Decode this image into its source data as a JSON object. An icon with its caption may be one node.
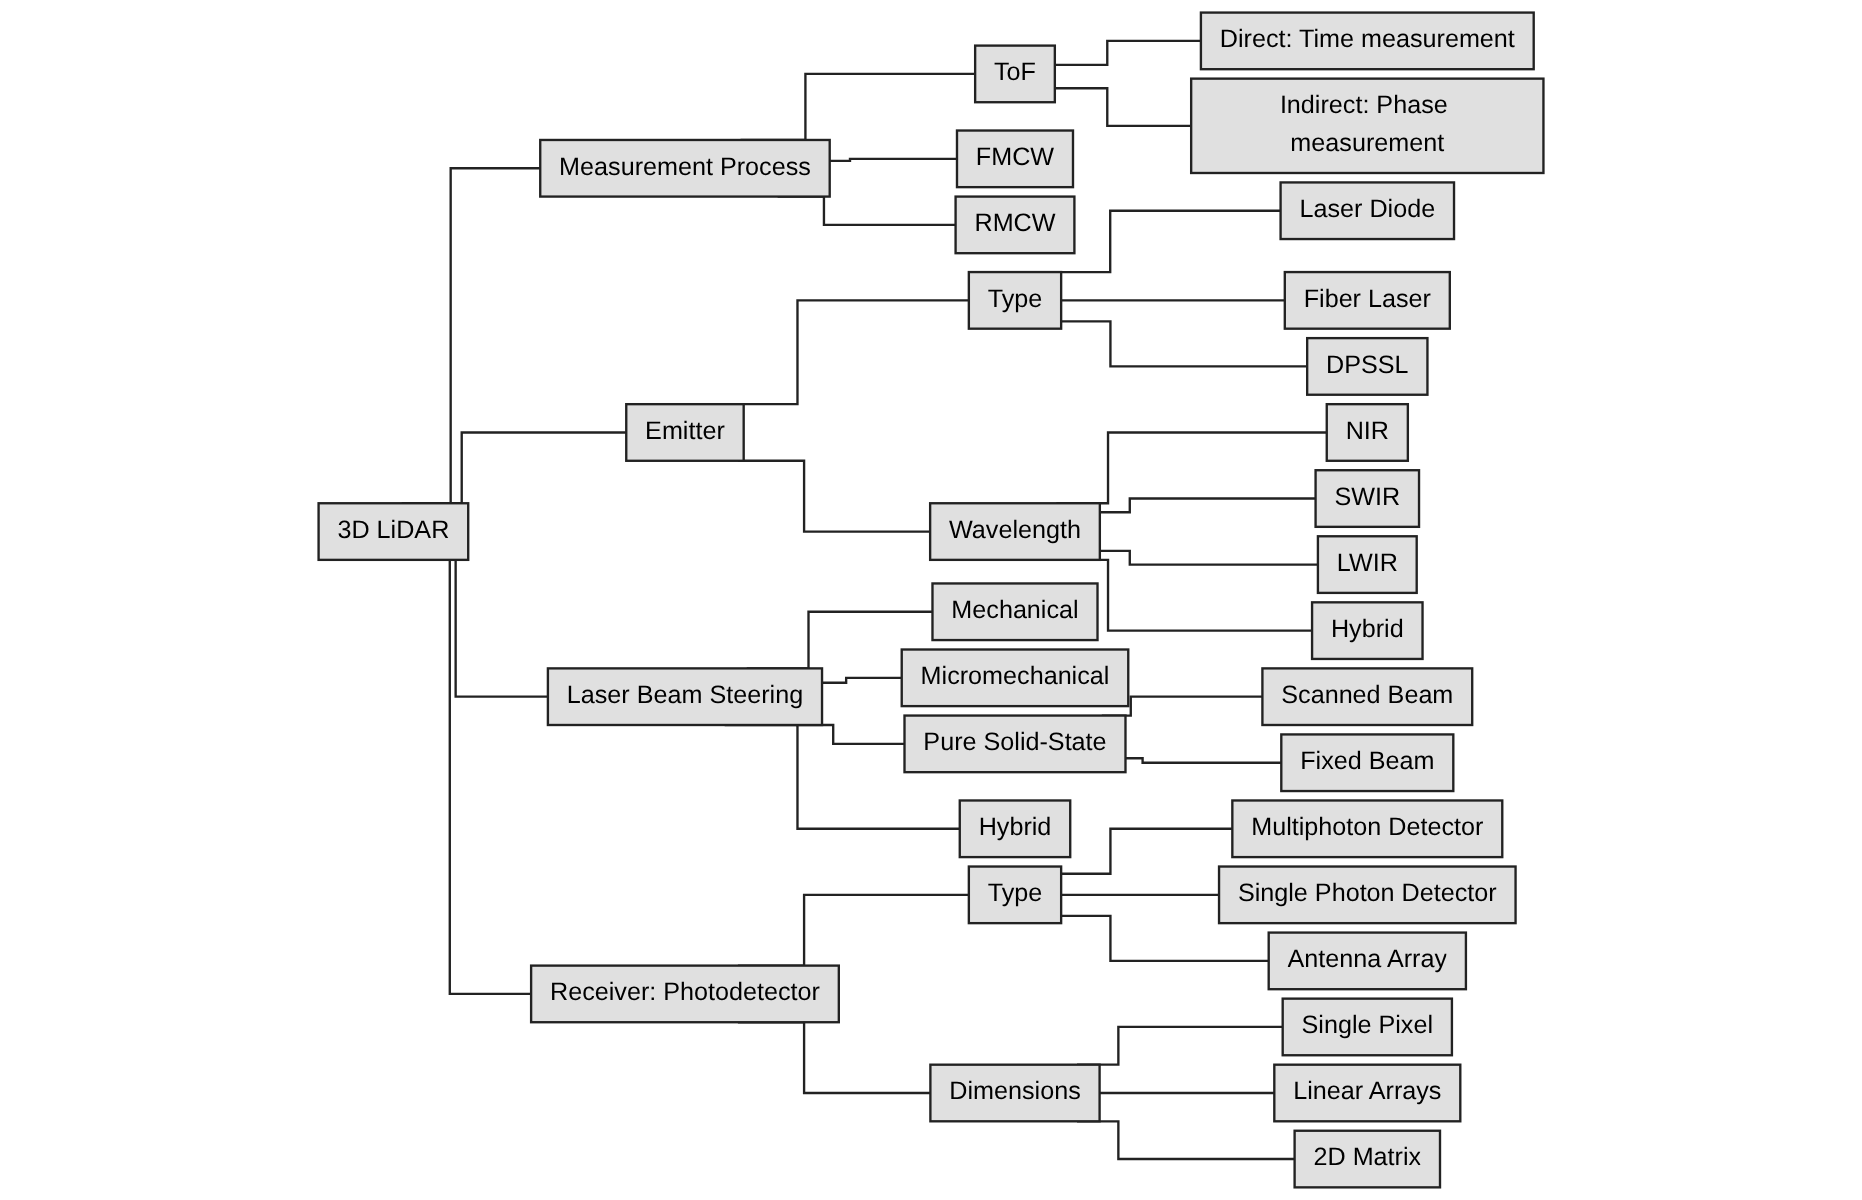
{
  "diagram": {
    "nodes": [
      {
        "text": [
          "3D LiDAR"
        ]
      },
      {
        "text": [
          "Measurement Process"
        ]
      },
      {
        "text": [
          "ToF"
        ]
      },
      {
        "text": [
          "Direct: Time measurement"
        ]
      },
      {
        "text": [
          "Indirect: Phase measurement"
        ]
      },
      {
        "text": [
          "FMCW"
        ]
      },
      {
        "text": [
          "RMCW"
        ]
      },
      {
        "text": [
          "Emitter"
        ]
      },
      {
        "text": [
          "Type"
        ]
      },
      {
        "text": [
          "Laser Diode"
        ]
      },
      {
        "text": [
          "Fiber Laser"
        ]
      },
      {
        "text": [
          "DPSSL"
        ]
      },
      {
        "text": [
          "Wavelength"
        ]
      },
      {
        "text": [
          "NIR"
        ]
      },
      {
        "text": [
          "SWIR"
        ]
      },
      {
        "text": [
          "LWIR"
        ]
      },
      {
        "text": [
          "Hybrid"
        ]
      },
      {
        "text": [
          "Laser Beam Steering"
        ]
      },
      {
        "text": [
          "Mechanical"
        ]
      },
      {
        "text": [
          "Micromechanical"
        ]
      },
      {
        "text": [
          "Pure Solid-State"
        ]
      },
      {
        "text": [
          "Scanned Beam"
        ]
      },
      {
        "text": [
          "Fixed Beam"
        ]
      },
      {
        "text": [
          "Hybrid"
        ]
      },
      {
        "text": [
          "Receiver: Photodetector"
        ]
      },
      {
        "text": [
          "Type"
        ]
      },
      {
        "text": [
          "Multiphoton Detector"
        ]
      },
      {
        "text": [
          "Single Photon Detector"
        ]
      },
      {
        "text": [
          "Antenna Array"
        ]
      },
      {
        "text": [
          "Dimensions"
        ]
      },
      {
        "text": [
          "Single Pixel"
        ]
      },
      {
        "text": [
          "Linear Arrays"
        ]
      },
      {
        "text": [
          "2D Matrix"
        ]
      }
    ],
    "edges": [
      {
        "from": 0,
        "to": 1,
        "arrow": "none"
      },
      {
        "from": 1,
        "to": 2,
        "arrow": "none"
      },
      {
        "from": 2,
        "to": 3,
        "arrow": "none"
      },
      {
        "from": 2,
        "to": 4,
        "arrow": "none"
      },
      {
        "from": 1,
        "to": 5,
        "arrow": "none"
      },
      {
        "from": 1,
        "to": 6,
        "arrow": "none"
      },
      {
        "from": 0,
        "to": 7,
        "arrow": "none"
      },
      {
        "from": 7,
        "to": 8,
        "arrow": "none"
      },
      {
        "from": 8,
        "to": 9,
        "arrow": "none"
      },
      {
        "from": 8,
        "to": 10,
        "arrow": "none"
      },
      {
        "from": 8,
        "to": 11,
        "arrow": "none"
      },
      {
        "from": 7,
        "to": 12,
        "arrow": "none"
      },
      {
        "from": 12,
        "to": 13,
        "arrow": "none"
      },
      {
        "from": 12,
        "to": 14,
        "arrow": "none"
      },
      {
        "from": 12,
        "to": 15,
        "arrow": "none"
      },
      {
        "from": 12,
        "to": 16,
        "arrow": "none"
      },
      {
        "from": 0,
        "to": 17,
        "arrow": "none"
      },
      {
        "from": 17,
        "to": 18,
        "arrow": "none"
      },
      {
        "from": 17,
        "to": 19,
        "arrow": "none"
      },
      {
        "from": 17,
        "to": 20,
        "arrow": "none"
      },
      {
        "from": 20,
        "to": 21,
        "arrow": "none"
      },
      {
        "from": 20,
        "to": 22,
        "arrow": "none"
      },
      {
        "from": 17,
        "to": 23,
        "arrow": "none"
      },
      {
        "from": 0,
        "to": 24,
        "arrow": "none"
      },
      {
        "from": 24,
        "to": 25,
        "arrow": "none"
      },
      {
        "from": 25,
        "to": 26,
        "arrow": "none"
      },
      {
        "from": 25,
        "to": 27,
        "arrow": "none"
      },
      {
        "from": 25,
        "to": 28,
        "arrow": "none"
      },
      {
        "from": 24,
        "to": 29,
        "arrow": "none"
      },
      {
        "from": 29,
        "to": 30,
        "arrow": "none"
      },
      {
        "from": 29,
        "to": 31,
        "arrow": "none"
      },
      {
        "from": 29,
        "to": 32,
        "arrow": "none"
      }
    ]
  }
}
